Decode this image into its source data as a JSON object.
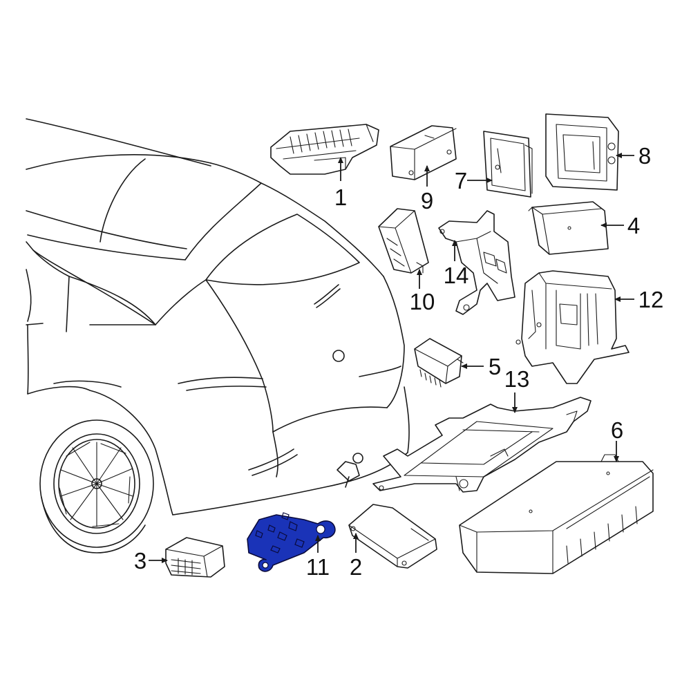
{
  "callouts": {
    "c1": "1",
    "c2": "2",
    "c3": "3",
    "c4": "4",
    "c5": "5",
    "c6": "6",
    "c7": "7",
    "c8": "8",
    "c9": "9",
    "c10": "10",
    "c11": "11",
    "c12": "12",
    "c13": "13",
    "c14": "14"
  },
  "colors": {
    "highlight": "#1a33b8",
    "line": "#1a1a1a",
    "background": "#ffffff"
  },
  "highlighted_part": "11"
}
